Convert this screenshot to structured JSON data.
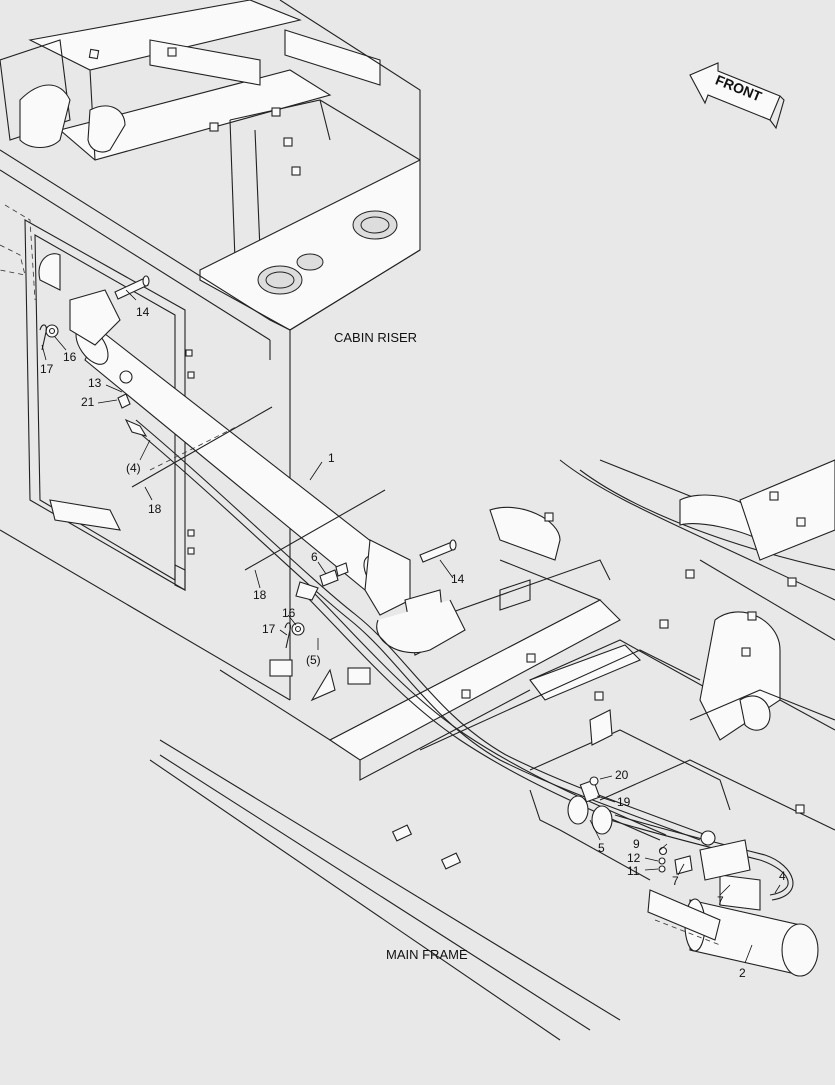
{
  "labels": {
    "cabin_riser": "CABIN RISER",
    "main_frame": "MAIN FRAME",
    "front": "FRONT"
  },
  "callouts": {
    "c1": "1",
    "c2": "2",
    "c4": "4",
    "c4p": "(4)",
    "c5": "5",
    "c5p": "(5)",
    "c6": "6",
    "c7a": "7",
    "c7b": "7",
    "c9": "9",
    "c11": "11",
    "c12": "12",
    "c13": "13",
    "c14a": "14",
    "c14b": "14",
    "c16a": "16",
    "c16b": "16",
    "c17a": "17",
    "c17b": "17",
    "c18a": "18",
    "c18b": "18",
    "c19": "19",
    "c20": "20",
    "c21": "21"
  }
}
